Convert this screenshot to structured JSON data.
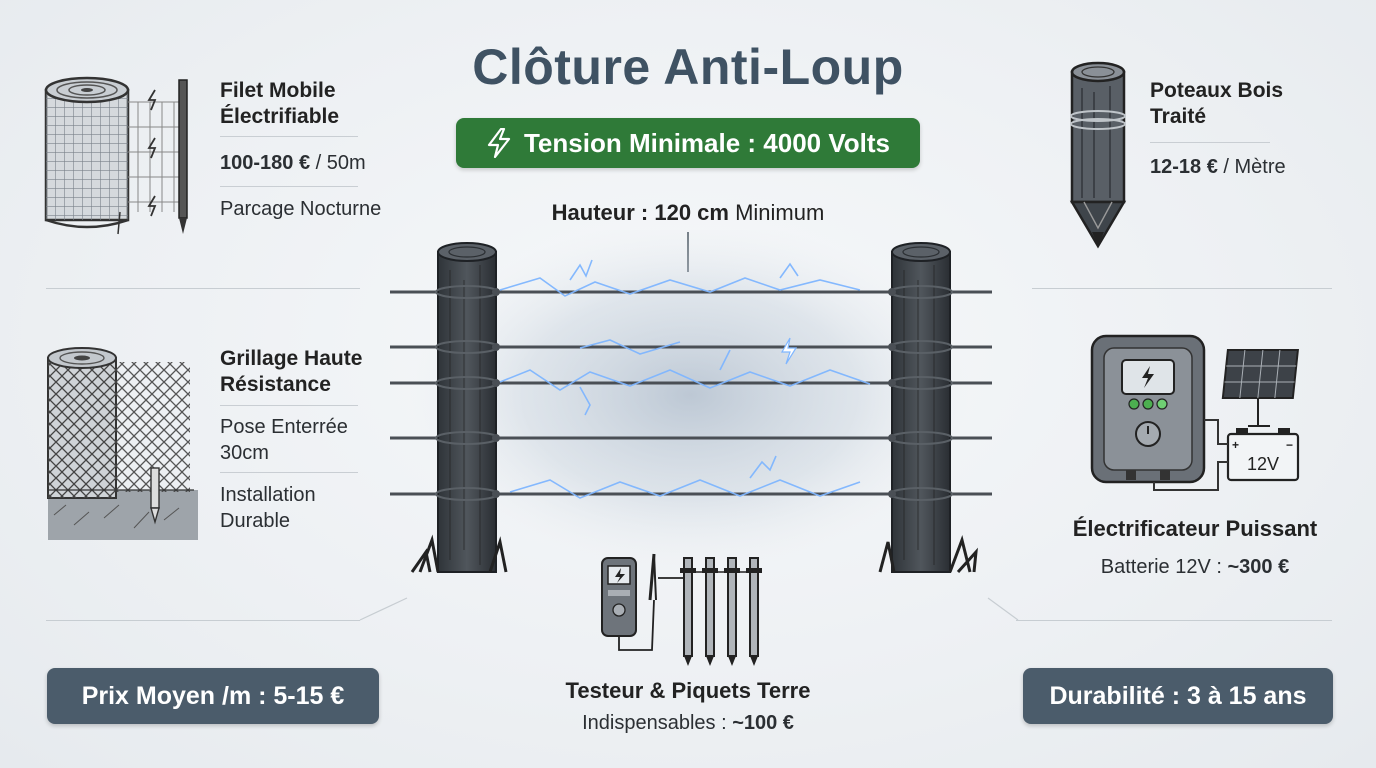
{
  "title": "Clôture Anti-Loup",
  "tension_banner": {
    "label": "Tension Minimale : 4000 Volts",
    "icon": "lightning-bolt-icon",
    "color": "#2f7a38"
  },
  "height_label": {
    "strong": "Hauteur : 120 cm",
    "rest": "Minimum"
  },
  "filet": {
    "name_line1": "Filet Mobile",
    "name_line2": "Électrifiable",
    "price_strong": "100-180 €",
    "price_rest": "/ 50m",
    "usage": "Parcage Nocturne"
  },
  "grillage": {
    "name_line1": "Grillage Haute",
    "name_line2": "Résistance",
    "feature1_line1": "Pose Enterrée",
    "feature1_line2": "30cm",
    "feature2_line1": "Installation",
    "feature2_line2": "Durable"
  },
  "poteaux": {
    "name_line1": "Poteaux Bois",
    "name_line2": "Traité",
    "price_strong": "12-18 €",
    "price_rest": "/ Mètre"
  },
  "electrificateur": {
    "name": "Électrificateur Puissant",
    "detail_rest": "Batterie 12V :",
    "detail_strong": "~300 €",
    "battery_label": "12V"
  },
  "testeur": {
    "name": "Testeur & Piquets Terre",
    "detail_rest": "Indispensables :",
    "detail_strong": "~100 €"
  },
  "badges": {
    "prix": "Prix Moyen /m : 5-15 €",
    "durabilite": "Durabilité : 3 à 15 ans"
  },
  "colors": {
    "badge": "#4b5c6b",
    "title": "#3f5263",
    "post": "#3d4248",
    "spark": "#7fb6ff"
  }
}
